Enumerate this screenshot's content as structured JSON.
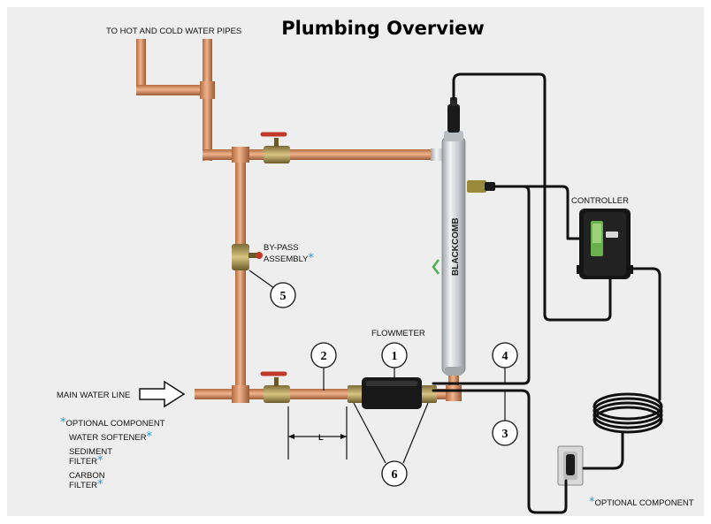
{
  "title": "Plumbing Overview",
  "labels": {
    "pipes_top": "TO HOT AND COLD WATER PIPES",
    "bypass_line1": "BY-PASS",
    "bypass_line2": "ASSEMBLY",
    "flowmeter": "FLOWMETER",
    "controller": "CONTROLLER",
    "main_line": "MAIN WATER LINE",
    "optional_component": "OPTIONAL COMPONENT",
    "water_softener": "WATER SOFTENER",
    "sediment_line1": "SEDIMENT",
    "sediment_line2": "FILTER",
    "carbon_line1": "CARBON",
    "carbon_line2": "FILTER",
    "optional_component_right": "OPTIONAL COMPONENT",
    "length": "L",
    "brand": "BLACKCOMB"
  },
  "callouts": [
    "1",
    "2",
    "3",
    "4",
    "5",
    "6"
  ],
  "icons": {
    "asterisk": "*",
    "arrow": "hollow-right-arrow-icon",
    "plug": "power-outlet-icon"
  },
  "colors": {
    "background": "#eeeeee",
    "copper": "#d38a5b",
    "copper_dark": "#9a5a35",
    "cable": "#111111",
    "asterisk": "#1f9be0"
  }
}
